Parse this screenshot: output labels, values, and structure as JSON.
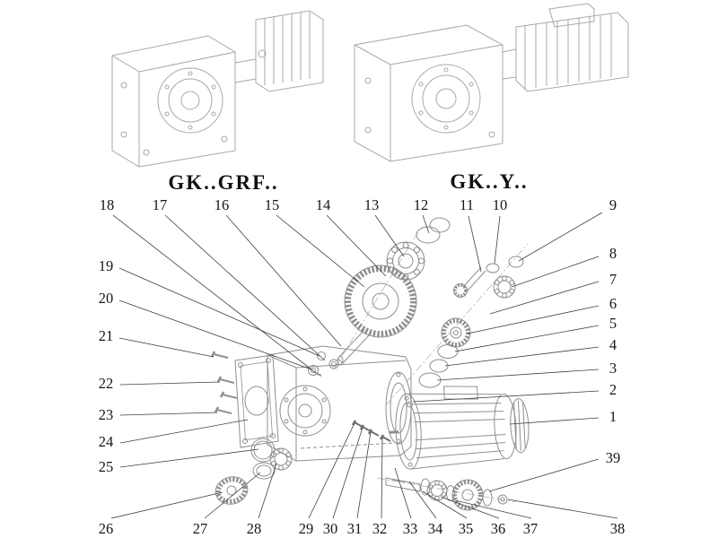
{
  "titles": {
    "left": "GK..GRF..",
    "right": "GK..Y.."
  },
  "callouts": {
    "top": [
      "18",
      "17",
      "16",
      "15",
      "14",
      "13",
      "12",
      "11",
      "10"
    ],
    "right": [
      "9",
      "8",
      "7",
      "6",
      "5",
      "4",
      "3",
      "2",
      "1",
      "39"
    ],
    "left": [
      "19",
      "20",
      "21",
      "22",
      "23",
      "24",
      "25"
    ],
    "bottom": [
      "26",
      "27",
      "28",
      "29",
      "30",
      "31",
      "32",
      "33",
      "34",
      "35",
      "36",
      "37",
      "38"
    ]
  },
  "colors": {
    "line_art": "#8f8f8f",
    "faded_art": "#a8a8a8",
    "leader_lines": "#3f3f3f",
    "text": "#161616",
    "background": "#ffffff"
  }
}
